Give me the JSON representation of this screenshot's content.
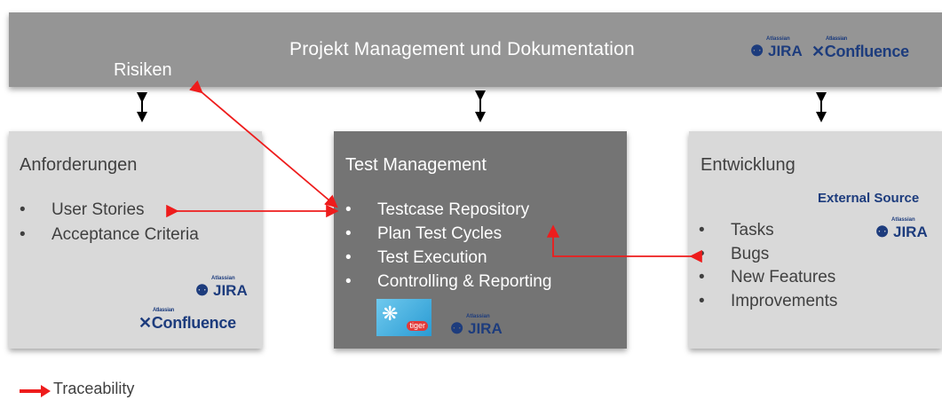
{
  "top": {
    "title": "Projekt Management und Dokumentation",
    "risiken": "Risiken"
  },
  "logos": {
    "atlassian": "Atlassian",
    "jira": "JIRA",
    "confluence": "Confluence",
    "tiger": "tiger"
  },
  "boxes": {
    "anforderungen": {
      "title": "Anforderungen",
      "items": [
        "User Stories",
        "Acceptance Criteria"
      ]
    },
    "test_management": {
      "title": "Test Management",
      "items": [
        "Testcase Repository",
        "Plan Test Cycles",
        "Test Execution",
        "Controlling & Reporting"
      ]
    },
    "entwicklung": {
      "title": "Entwicklung",
      "external_source": "External Source",
      "items": [
        "Tasks",
        "Bugs",
        "New Features",
        "Improvements"
      ]
    }
  },
  "bullet": "•",
  "legend": {
    "label": "Traceability"
  },
  "colors": {
    "traceability_arrow": "#ee1c1c",
    "top_band": "#959595",
    "side_box": "#d9d9d9",
    "center_box": "#747474",
    "logo_blue": "#1d3c7d"
  }
}
